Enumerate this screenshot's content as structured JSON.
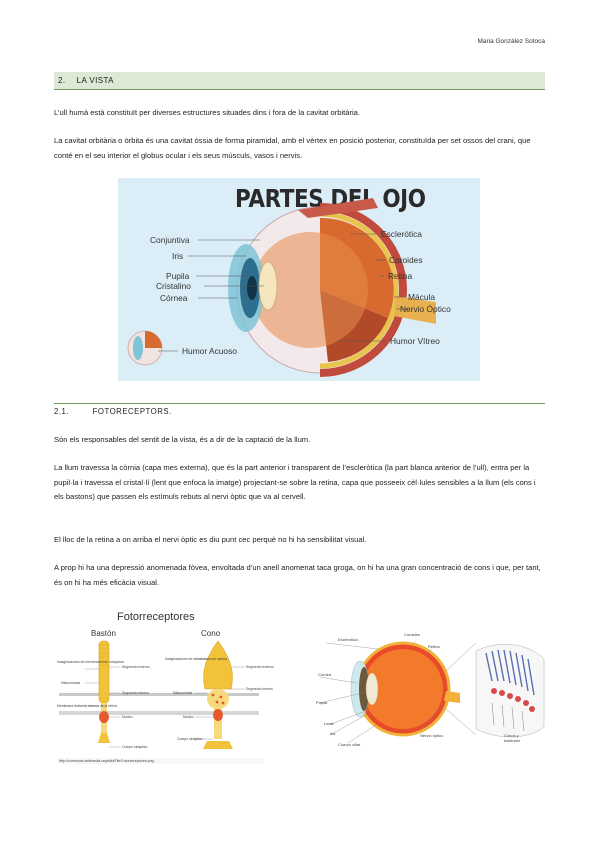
{
  "header": {
    "author": "Maria González Sotoca"
  },
  "section1": {
    "number": "2.",
    "title": "LA VISTA",
    "p1": "L’ull humà està constituït per diverses estructures situades dins i fora de la cavitat orbitària.",
    "p2": "La cavitat orbitària o òrbita és una cavitat òssia de forma piramidal, amb el vèrtex en posició posterior, constituïda per set ossos del crani, que conté en el seu interior el globus ocular i els seus músculs, vasos i nervis."
  },
  "figure_eye": {
    "title": "PARTES DEL OJO",
    "labels_left": [
      "Conjuntiva",
      "Iris",
      "Pupila",
      "Cristalino",
      "Córnea"
    ],
    "labels_right": [
      "Esclerótica",
      "Coroides",
      "Retina",
      "Mácula",
      "Nervio Óptico",
      "Humor Vítreo"
    ],
    "label_bottom": "Humor Acuoso"
  },
  "section2": {
    "number": "2.1.",
    "title": "FOTORECEPTORS.",
    "p1": "Són els responsables del sentit de la vista, és a dir de la captació de la llum.",
    "p2": "La llum travessa la còrnia (capa mes externa), que és la part anterior i transparent de l’escleròtica (la part blanca anterior de l’ull), entra per la pupil·la i travessa el cristal·lí (lent que enfoca la imatge) projectant-se sobre la retina, capa que posseeix cèl·lules sensibles a la llum (els cons i els bastons) que passen els estímuls rebuts al nervi òptic que va al cervell.",
    "p3": "El lloc de la retina a on arriba el nervi òptic es diu punt cec perquè no hi ha sensibilitat visual.",
    "p4": "A prop hi ha una depressió anomenada fòvea, envoltada d’un anell anomenat taca groga, on hi ha una gran concentració de cons i que, per tant, és on hi ha més eficàcia visual."
  },
  "figure_foto": {
    "title": "Fotorreceptores",
    "rod": "Bastón",
    "cone": "Cono",
    "rod_labels": [
      "Invaginaciones de membrana con rodopsina",
      "Segmento externo",
      "Mitocondrias",
      "Segmento interno",
      "Membrana limitante externa de la retina",
      "Núcleo",
      "Cuerpo sináptico"
    ],
    "cone_labels": [
      "Invaginaciones de membrana con opsina",
      "Segmento externo",
      "Mitocondrias",
      "Segmento interno",
      "Núcleo",
      "Cuerpo sináptico"
    ],
    "caption": "http://commons.wikimedia.org/wiki/File:Fotorreceptores.png"
  },
  "figure_ojo2": {
    "labels": [
      "Esclerótica",
      "Coroides",
      "Retina",
      "Córnea",
      "Pupila",
      "Lente",
      "Iris",
      "Cuerpo ciliar",
      "Nervio óptico",
      "Conos y bastones"
    ]
  }
}
